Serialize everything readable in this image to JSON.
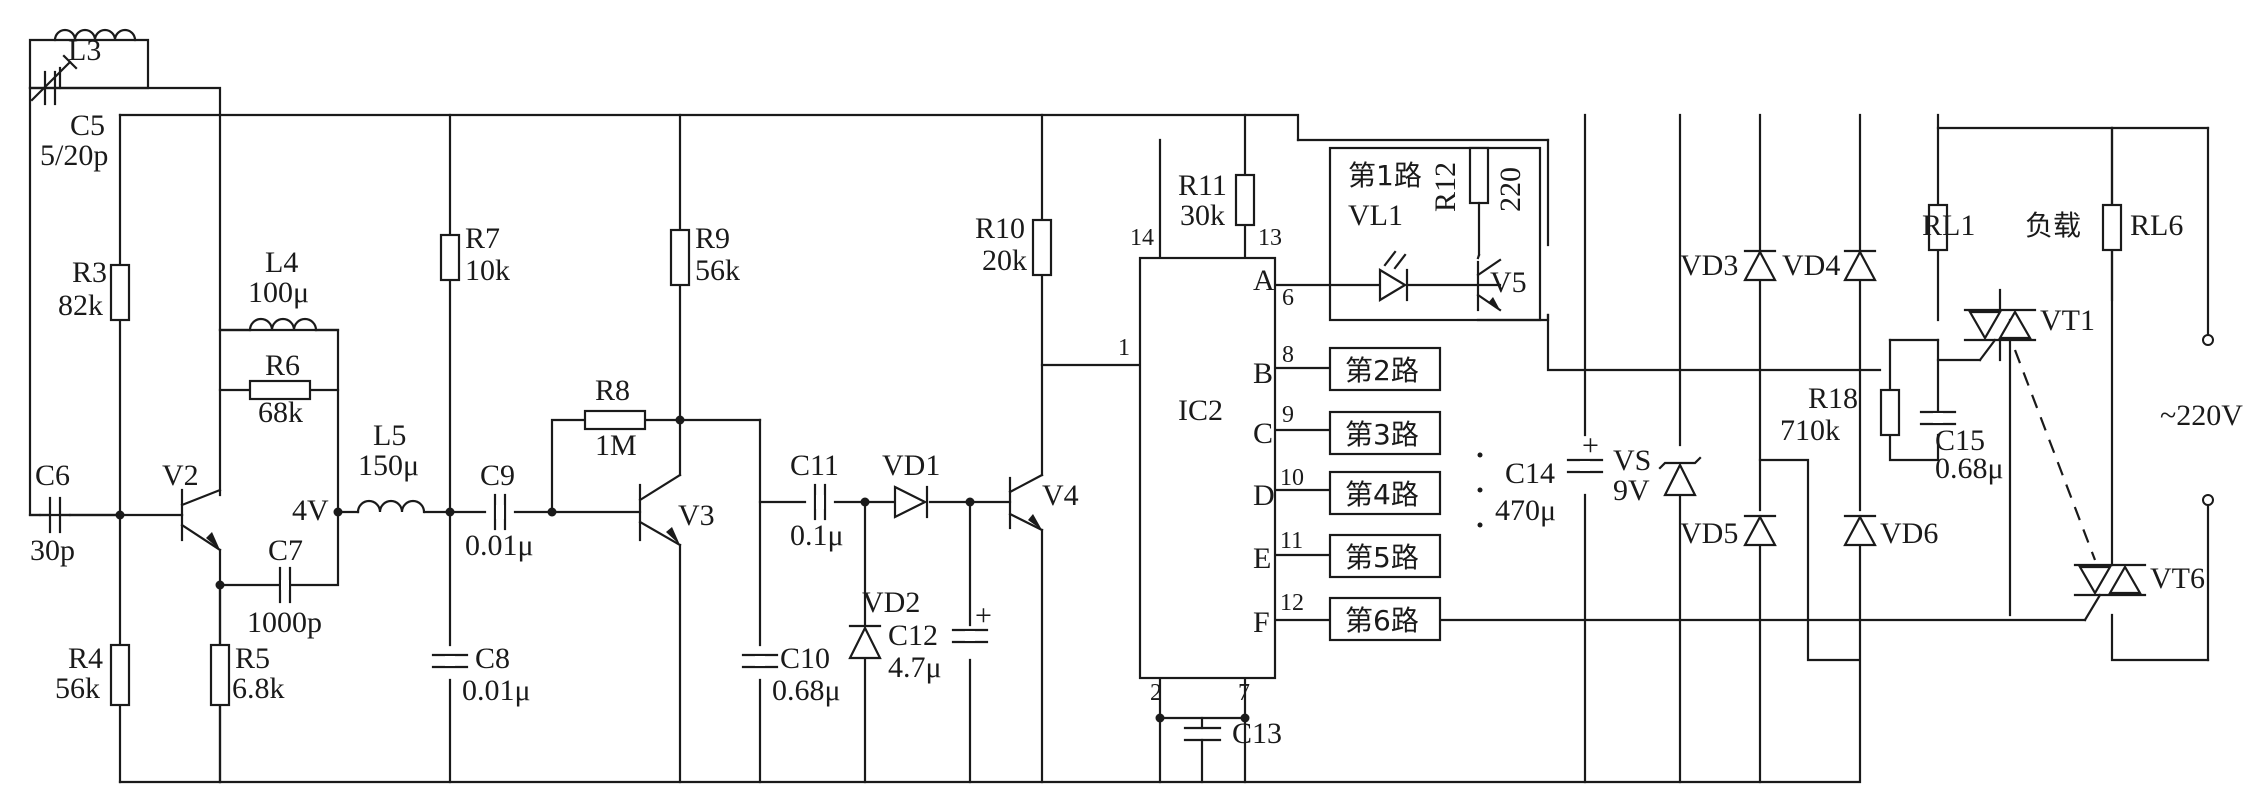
{
  "components": {
    "L3": "L3",
    "C5": "C5",
    "C5v": "5/20p",
    "R3": "R3",
    "R3v": "82k",
    "R4": "R4",
    "R4v": "56k",
    "C6": "C6",
    "C6v": "30p",
    "V2": "V2",
    "L4": "L4",
    "L4v": "100μ",
    "R6": "R6",
    "R6v": "68k",
    "C7": "C7",
    "C7v": "1000p",
    "R5": "R5",
    "R5v": "6.8k",
    "L5": "L5",
    "L5v": "150μ",
    "n4V": "4V",
    "R7": "R7",
    "R7v": "10k",
    "C9": "C9",
    "C9v": "0.01μ",
    "C8": "C8",
    "C8v": "0.01μ",
    "R9": "R9",
    "R9v": "56k",
    "R8": "R8",
    "R8v": "1M",
    "V3": "V3",
    "C11": "C11",
    "C11v": "0.1μ",
    "VD1": "VD1",
    "C10": "C10",
    "C10v": "0.68μ",
    "VD2": "VD2",
    "C12": "C12",
    "C12v": "4.7μ",
    "R10": "R10",
    "R10v": "20k",
    "V4": "V4",
    "R11": "R11",
    "R11v": "30k",
    "IC2": "IC2",
    "C13": "C13",
    "ch1": "第1路",
    "VL1": "VL1",
    "R12": "R12",
    "R12v": "220",
    "V5": "V5",
    "ch2": "第2路",
    "ch3": "第3路",
    "ch4": "第4路",
    "ch5": "第5路",
    "ch6": "第6路",
    "C14": "C14",
    "C14v": "470μ",
    "VS": "VS",
    "VSv": "9V",
    "VD3": "VD3",
    "VD4": "VD4",
    "VD5": "VD5",
    "VD6": "VD6",
    "RL1": "RL1",
    "load": "负载",
    "RL6": "RL6",
    "VT1": "VT1",
    "VT6": "VT6",
    "R18": "R18",
    "R18v": "710k",
    "C15": "C15",
    "C15v": "0.68μ",
    "ac": "~220V",
    "plus1": "+",
    "plus2": "+"
  },
  "ic_pins": {
    "p14": "14",
    "p13": "13",
    "p1": "1",
    "p2": "2",
    "p7": "7",
    "p6": "6",
    "p8": "8",
    "p9": "9",
    "p10": "10",
    "p11": "11",
    "p12": "12",
    "A": "A",
    "B": "B",
    "C": "C",
    "D": "D",
    "E": "E",
    "F": "F"
  }
}
